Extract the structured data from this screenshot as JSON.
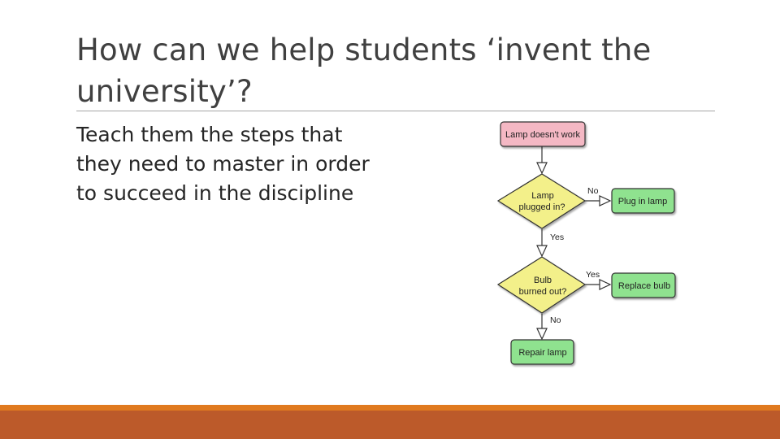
{
  "slide": {
    "title_line1": "How can we help students ‘invent the",
    "title_line2": "university’?",
    "body_line1": "Teach them the steps that",
    "body_line2": "they need to master in order",
    "body_line3": "to succeed in the discipline"
  },
  "flowchart": {
    "start": "Lamp doesn't work",
    "decision1_line1": "Lamp",
    "decision1_line2": "plugged in?",
    "decision1_no_label": "No",
    "decision1_yes_label": "Yes",
    "action_plug": "Plug in lamp",
    "decision2_line1": "Bulb",
    "decision2_line2": "burned out?",
    "decision2_yes_label": "Yes",
    "decision2_no_label": "No",
    "action_replace": "Replace bulb",
    "action_repair": "Repair lamp",
    "colors": {
      "start_fill": "#f4b8c4",
      "decision_fill": "#f3f08a",
      "action_fill": "#8fe28f",
      "shape_stroke": "#333333"
    }
  },
  "theme": {
    "accent_orange": "#e07a1f",
    "accent_rust": "#bc5a2a"
  }
}
